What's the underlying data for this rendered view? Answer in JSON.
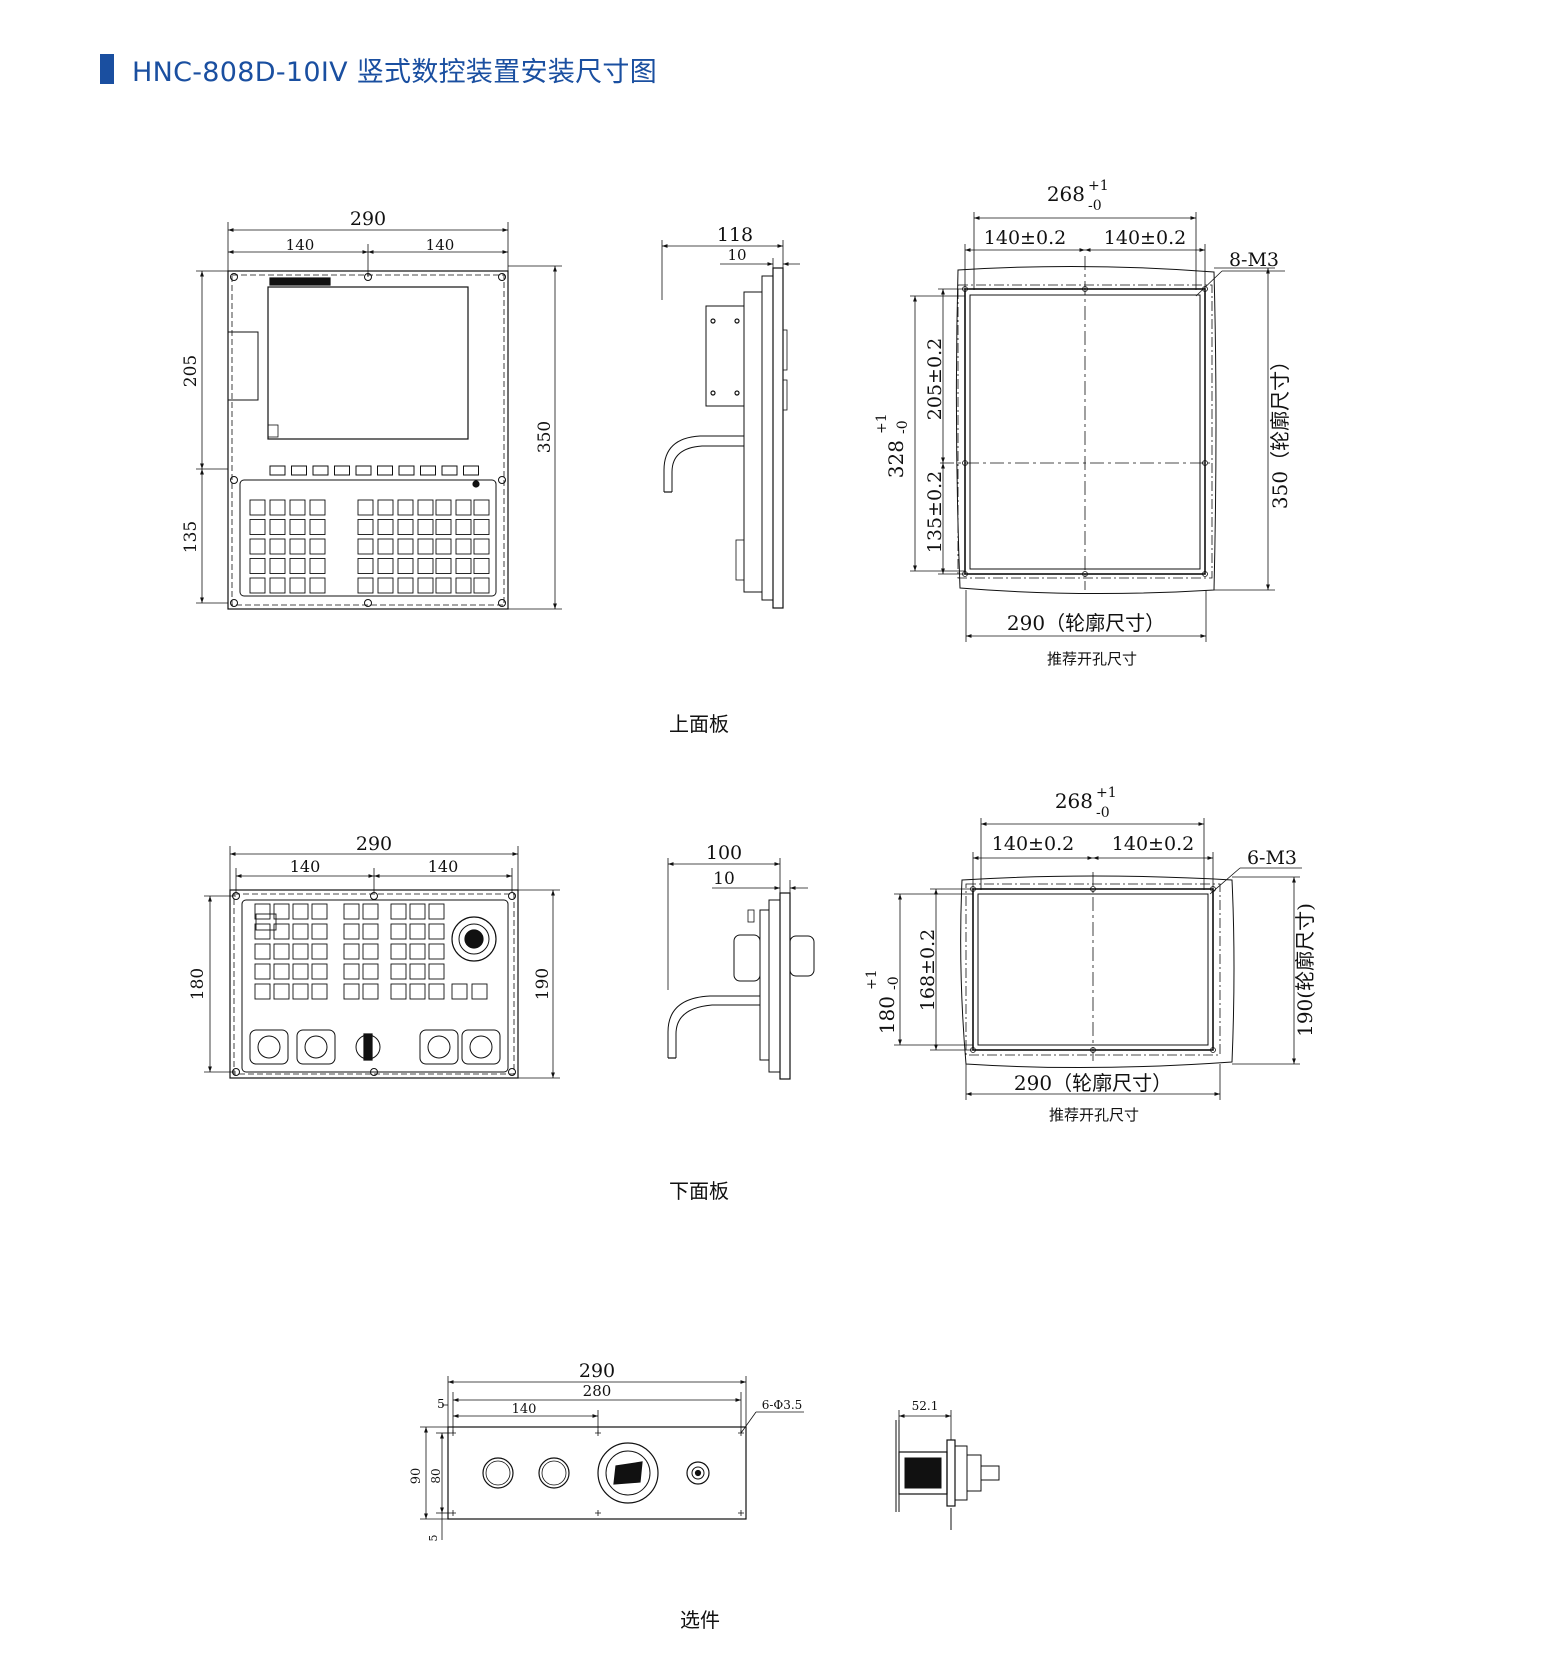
{
  "page": {
    "title": "HNC-808D-10IV 竖式数控装置安装尺寸图",
    "accent_color": "#1a4fa0"
  },
  "upper": {
    "caption": "上面板",
    "front": {
      "width": "290",
      "half_left": "140",
      "half_right": "140",
      "upper_h": "205",
      "lower_h": "135",
      "height": "350"
    },
    "side": {
      "depth": "118",
      "flange": "10"
    },
    "cutout": {
      "width": "268",
      "width_tol_plus": "+1",
      "width_tol_minus": "-0",
      "half_left": "140±0.2",
      "half_right": "140±0.2",
      "holes": "8-M3",
      "upper_h": "205±0.2",
      "lower_h": "135±0.2",
      "height": "328",
      "height_tol_plus": "+1",
      "height_tol_minus": "-0",
      "outline_h": "350（轮廓尺寸）",
      "outline_w": "290（轮廓尺寸）",
      "note": "推荐开孔尺寸"
    }
  },
  "lower": {
    "caption": "下面板",
    "front": {
      "width": "290",
      "half_left": "140",
      "half_right": "140",
      "inner_h": "180",
      "height": "190"
    },
    "side": {
      "depth": "100",
      "flange": "10"
    },
    "cutout": {
      "width": "268",
      "width_tol_plus": "+1",
      "width_tol_minus": "-0",
      "half_left": "140±0.2",
      "half_right": "140±0.2",
      "holes": "6-M3",
      "hole_h": "168±0.2",
      "height": "180",
      "height_tol_plus": "+1",
      "height_tol_minus": "-0",
      "outline_h": "190(轮廓尺寸)",
      "outline_w": "290（轮廓尺寸）",
      "note": "推荐开孔尺寸"
    }
  },
  "option": {
    "caption": "选件",
    "width": "290",
    "hole_span": "280",
    "edge": "5",
    "half": "140",
    "holes": "6-Φ3.5",
    "height": "90",
    "inner_h": "80",
    "bottom_edge": "5",
    "side_depth": "52.1"
  }
}
